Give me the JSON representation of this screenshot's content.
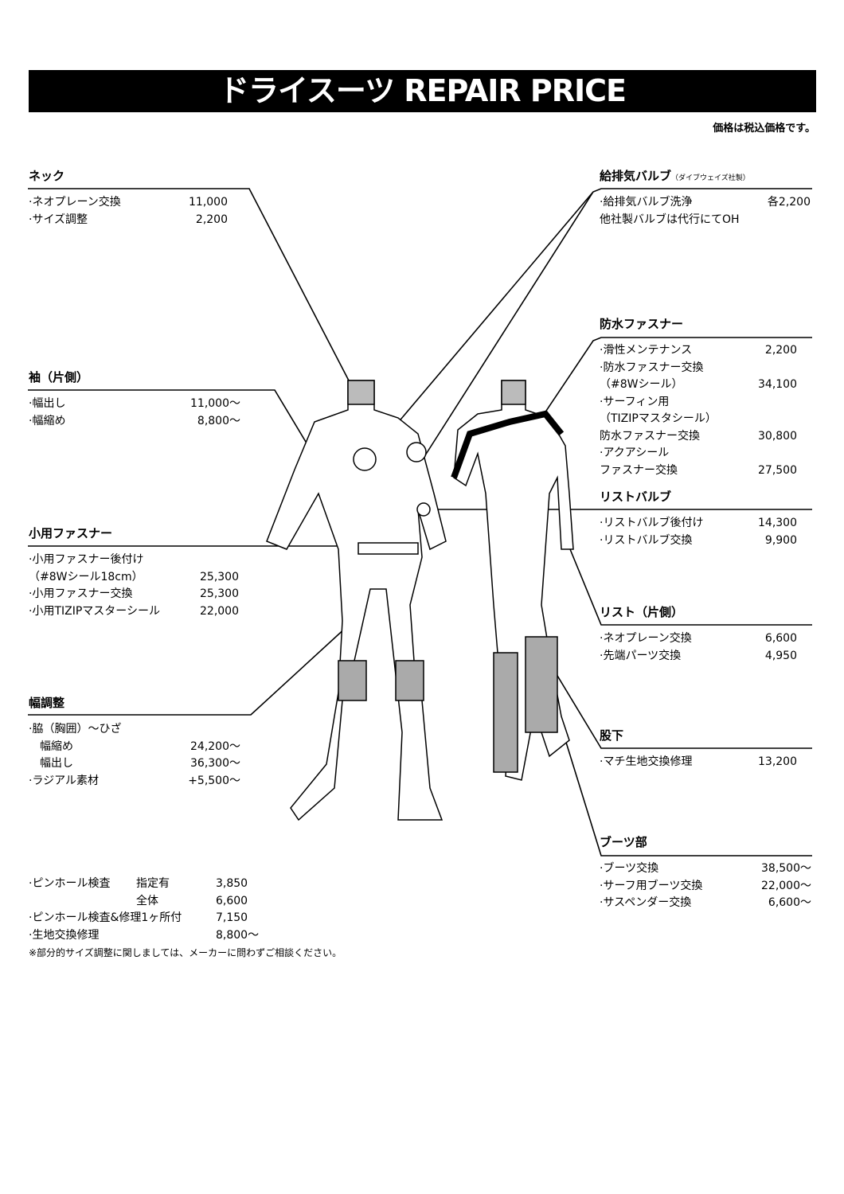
{
  "title": "ドライスーツ REPAIR PRICE",
  "tax_note": "価格は税込価格です。",
  "left_sections": [
    {
      "title": "ネック",
      "items": [
        {
          "label": "·ネオプレーン交換",
          "price": "11,000"
        },
        {
          "label": "·サイズ調整",
          "price": "2,200"
        }
      ]
    },
    {
      "title": "袖（片側）",
      "items": [
        {
          "label": "·幅出し",
          "price": "11,000～"
        },
        {
          "label": "·幅縮め",
          "price": "8,800～"
        }
      ]
    },
    {
      "title": "小用ファスナー",
      "items": [
        {
          "label": "·小用ファスナー後付け",
          "price": ""
        },
        {
          "label": "（#8Wシール18cm）",
          "price": "25,300"
        },
        {
          "label": "·小用ファスナー交換",
          "price": "25,300"
        },
        {
          "label": "·小用TIZIPマスターシール",
          "price": "22,000"
        }
      ]
    },
    {
      "title": "幅調整",
      "items": [
        {
          "label": "·脇（胸囲）～ひざ",
          "price": ""
        },
        {
          "label": "　幅縮め",
          "price": "24,200～"
        },
        {
          "label": "　幅出し",
          "price": "36,300～"
        },
        {
          "label": "·ラジアル素材",
          "price": "+5,500～"
        }
      ]
    }
  ],
  "right_sections": [
    {
      "title": "給排気バルブ",
      "subtitle": "（ダイブウェイズ社製）",
      "items": [
        {
          "label": "·給排気バルブ洗浄",
          "price": "各2,200"
        },
        {
          "label": "他社製バルブは代行にてOH",
          "price": ""
        }
      ]
    },
    {
      "title": "防水ファスナー",
      "items": [
        {
          "label": "·滑性メンテナンス",
          "price": "2,200"
        },
        {
          "label": "·防水ファスナー交換",
          "price": ""
        },
        {
          "label": "（#8Wシール）",
          "price": "34,100"
        },
        {
          "label": "·サーフィン用",
          "price": ""
        },
        {
          "label": "（TIZIPマスタシール）",
          "price": ""
        },
        {
          "label": " 防水ファスナー交換",
          "price": "30,800"
        },
        {
          "label": "·アクアシール",
          "price": ""
        },
        {
          "label": " ファスナー交換",
          "price": "27,500"
        }
      ]
    },
    {
      "title": "リストバルブ",
      "items": [
        {
          "label": "·リストバルブ後付け",
          "price": "14,300"
        },
        {
          "label": "·リストバルブ交換",
          "price": "9,900"
        }
      ]
    },
    {
      "title": "リスト（片側）",
      "items": [
        {
          "label": "·ネオプレーン交換",
          "price": "6,600"
        },
        {
          "label": "·先端パーツ交換",
          "price": "4,950"
        }
      ]
    },
    {
      "title": "股下",
      "items": [
        {
          "label": "·マチ生地交換修理",
          "price": "13,200"
        }
      ]
    },
    {
      "title": "ブーツ部",
      "items": [
        {
          "label": "·ブーツ交換",
          "price": "38,500～"
        },
        {
          "label": "·サーフ用ブーツ交換",
          "price": "22,000～"
        },
        {
          "label": "·サスペンダー交換",
          "price": "6,600～"
        }
      ]
    }
  ],
  "footer": {
    "rows": [
      {
        "a": "·ピンホール検査",
        "b": "指定有",
        "c": "3,850"
      },
      {
        "a": "",
        "b": "全体",
        "c": "6,600"
      },
      {
        "a": "·ピンホール検査&修理1ヶ所付",
        "b": "",
        "c": "7,150"
      },
      {
        "a": "·生地交換修理",
        "b": "",
        "c": "8,800～"
      }
    ],
    "note": "※部分的サイズ調整に関しましては、メーカーに問わずご相談ください。"
  }
}
